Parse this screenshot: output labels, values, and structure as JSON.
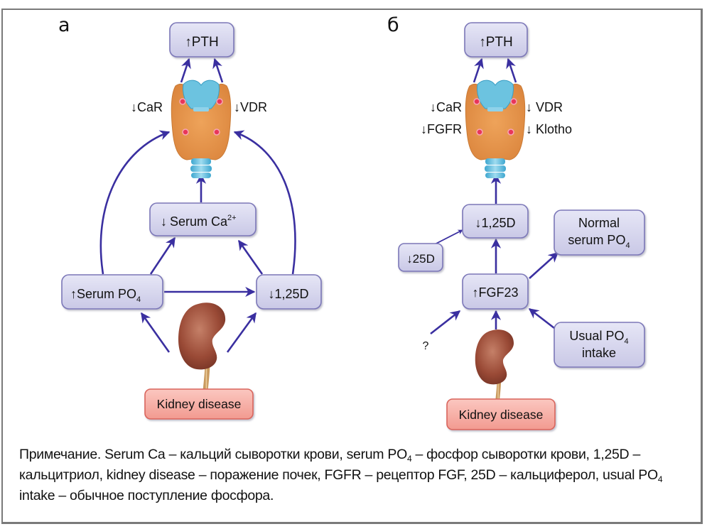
{
  "panels": {
    "a": {
      "label": "а",
      "nodes": {
        "pth": {
          "arrow": "↑",
          "text": "PTH"
        },
        "serum_ca": {
          "arrow": "↓",
          "text": "Serum Ca",
          "sup": "2+"
        },
        "serum_po4": {
          "arrow": "↑",
          "text": "Serum PO",
          "sub": "4"
        },
        "d125": {
          "arrow": "↓",
          "text": "1,25D"
        },
        "kidney_disease": {
          "text": "Kidney disease"
        }
      },
      "receptor_labels": {
        "left": [
          {
            "arrow": "↓",
            "text": "CaR"
          }
        ],
        "right": [
          {
            "arrow": "↓",
            "text": "VDR"
          }
        ]
      }
    },
    "b": {
      "label": "б",
      "nodes": {
        "pth": {
          "arrow": "↑",
          "text": "PTH"
        },
        "d125": {
          "arrow": "↓",
          "text": "1,25D"
        },
        "d25": {
          "arrow": "↓",
          "text": "25D"
        },
        "fgf23": {
          "arrow": "↑",
          "text": "FGF23"
        },
        "normal_po4": {
          "line1": "Normal",
          "line2": "serum PO",
          "sub": "4"
        },
        "usual_po4": {
          "line1": "Usual PO",
          "sub": "4",
          "line2": "intake"
        },
        "kidney_disease": {
          "text": "Kidney disease"
        },
        "unknown": {
          "text": "?"
        }
      },
      "receptor_labels": {
        "left": [
          {
            "arrow": "↓",
            "text": "CaR"
          },
          {
            "arrow": "↓",
            "text": "FGFR"
          }
        ],
        "right": [
          {
            "arrow": "↓",
            "text": "VDR"
          },
          {
            "arrow": "↓",
            "text": "Klotho"
          }
        ]
      }
    }
  },
  "colors": {
    "node_fill": "#d9d9f0",
    "node_stroke": "#7b77b8",
    "arrow": "#3a2fa0",
    "kidney_box_fill": "#f5a9a1",
    "kidney_box_stroke": "#d9655c",
    "thyroid": "#e39243",
    "cartilage": "#6cc3e0",
    "nodule": "#e8365a",
    "kidney": "#9a4a36"
  },
  "note": {
    "prefix": "Примечание. Serum Ca – кальций сыворотки крови, serum PO",
    "sub1": "4",
    "part2": " – фосфор сыворотки крови, 1,25D – кальцитриол, kidney disease – поражение почек, FGFR – рецептор FGF, 25D – кальциферол, usual PO",
    "sub2": "4",
    "part3": " intake – обычное поступление фосфора."
  }
}
